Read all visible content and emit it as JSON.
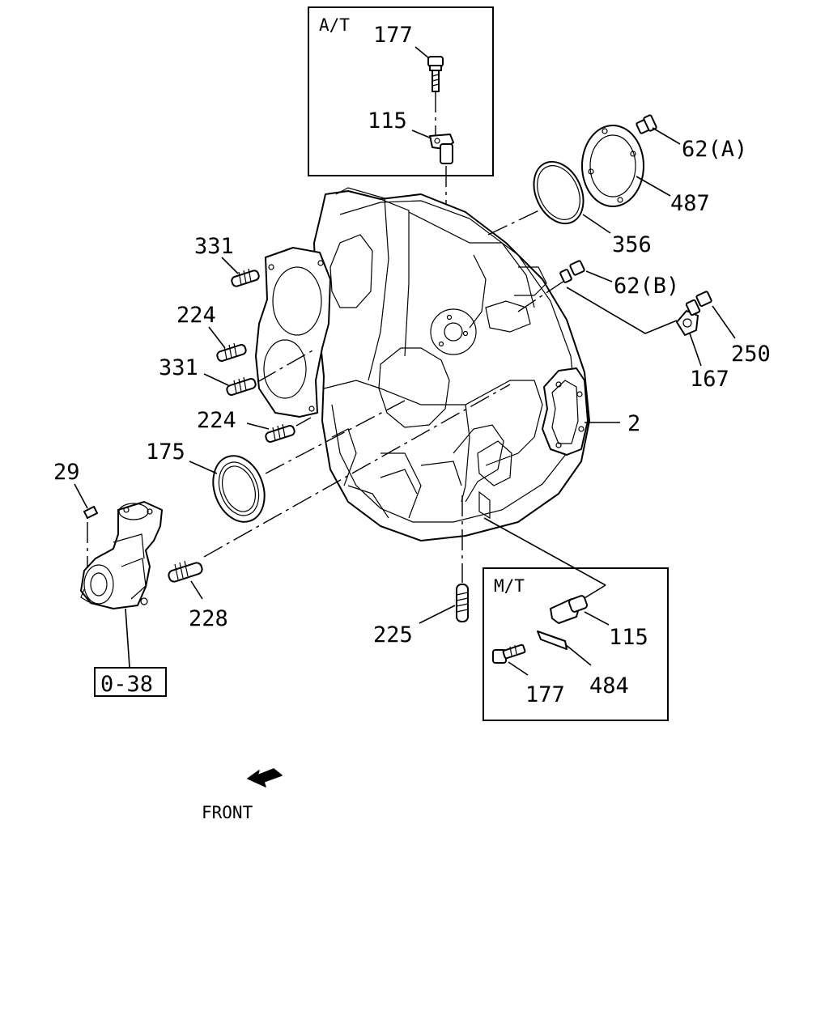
{
  "boxes": {
    "at": {
      "title": "A/T"
    },
    "mt": {
      "title": "M/T"
    }
  },
  "callouts": {
    "at_177": "177",
    "at_115": "115",
    "p62a": "62(A)",
    "p487": "487",
    "p356": "356",
    "p62b": "62(B)",
    "p250": "250",
    "p167": "167",
    "p2": "2",
    "p331_top": "331",
    "p224_top": "224",
    "p331_low": "331",
    "p224_low": "224",
    "p175": "175",
    "p29": "29",
    "p228": "228",
    "p225": "225",
    "mt_115": "115",
    "mt_484": "484",
    "mt_177": "177"
  },
  "reference": {
    "label": "0-38"
  },
  "direction": {
    "label": "FRONT"
  }
}
